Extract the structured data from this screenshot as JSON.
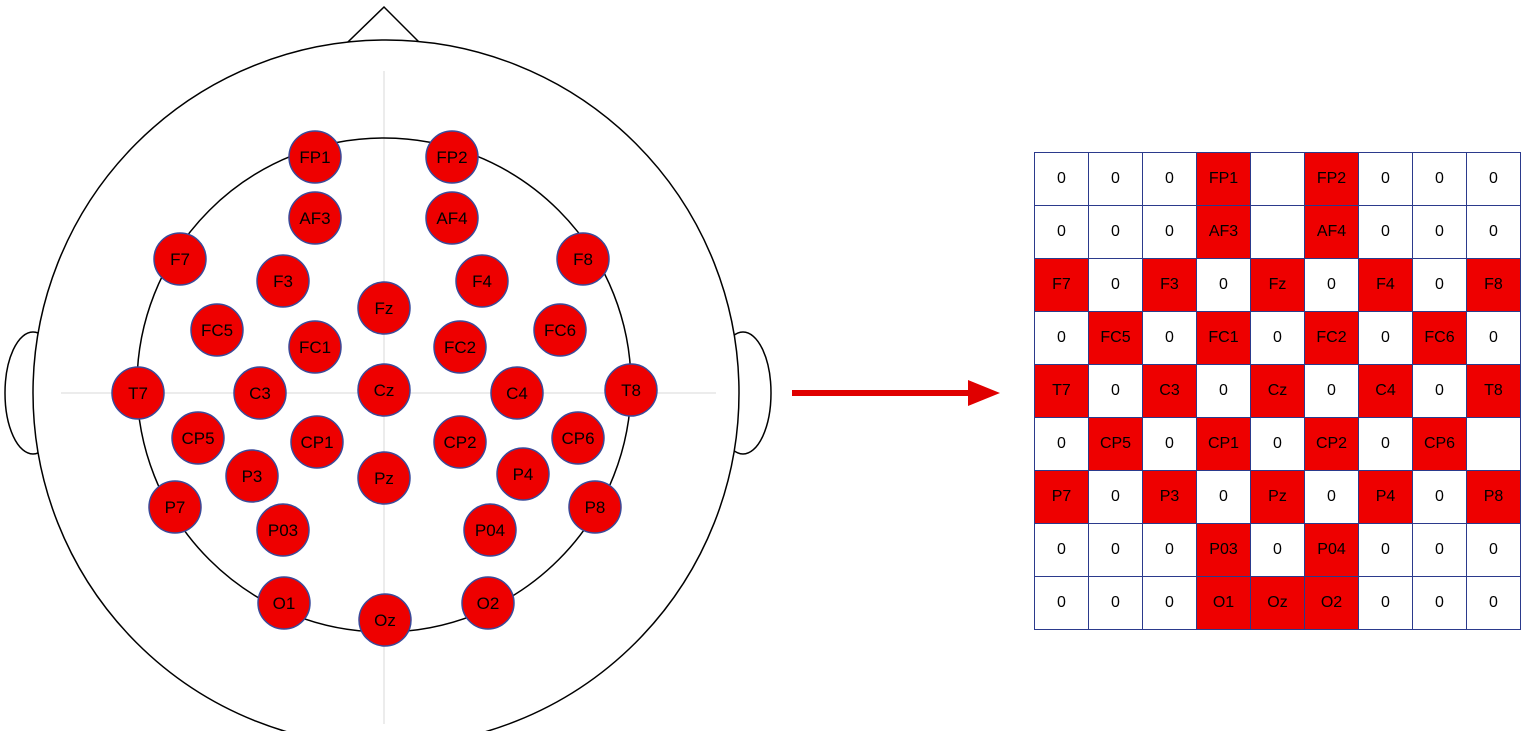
{
  "colors": {
    "electrode": "#ee0000",
    "electrode_border": "#3a4a9a",
    "grid_border": "#2b3a8c",
    "arrow": "#e00000",
    "outline": "#000000"
  },
  "head_map": {
    "electrodes": [
      "FP1",
      "FP2",
      "AF3",
      "AF4",
      "F7",
      "F3",
      "Fz",
      "F4",
      "F8",
      "FC5",
      "FC1",
      "FC2",
      "FC6",
      "T7",
      "C3",
      "Cz",
      "C4",
      "T8",
      "CP5",
      "CP1",
      "CP2",
      "CP6",
      "P3",
      "Pz",
      "P4",
      "P7",
      "P8",
      "P03",
      "P04",
      "O1",
      "Oz",
      "O2"
    ]
  },
  "arrow_icon": "right-arrow-icon",
  "grid": {
    "rows": [
      [
        "0",
        "0",
        "0",
        "FP1",
        "",
        "FP2",
        "0",
        "0",
        "0"
      ],
      [
        "0",
        "0",
        "0",
        "AF3",
        "",
        "AF4",
        "0",
        "0",
        "0"
      ],
      [
        "F7",
        "0",
        "F3",
        "0",
        "Fz",
        "0",
        "F4",
        "0",
        "F8"
      ],
      [
        "0",
        "FC5",
        "0",
        "FC1",
        "0",
        "FC2",
        "0",
        "FC6",
        "0"
      ],
      [
        "T7",
        "0",
        "C3",
        "0",
        "Cz",
        "0",
        "C4",
        "0",
        "T8"
      ],
      [
        "0",
        "CP5",
        "0",
        "CP1",
        "0",
        "CP2",
        "0",
        "CP6",
        ""
      ],
      [
        "P7",
        "0",
        "P3",
        "0",
        "Pz",
        "0",
        "P4",
        "0",
        "P8"
      ],
      [
        "0",
        "0",
        "0",
        "P03",
        "0",
        "P04",
        "0",
        "0",
        "0"
      ],
      [
        "0",
        "0",
        "0",
        "O1",
        "Oz",
        "O2",
        "0",
        "0",
        "0"
      ]
    ],
    "highlighted": [
      [
        0,
        3
      ],
      [
        0,
        5
      ],
      [
        1,
        3
      ],
      [
        1,
        5
      ],
      [
        2,
        0
      ],
      [
        2,
        2
      ],
      [
        2,
        4
      ],
      [
        2,
        6
      ],
      [
        2,
        8
      ],
      [
        3,
        1
      ],
      [
        3,
        3
      ],
      [
        3,
        5
      ],
      [
        3,
        7
      ],
      [
        4,
        0
      ],
      [
        4,
        2
      ],
      [
        4,
        4
      ],
      [
        4,
        6
      ],
      [
        4,
        8
      ],
      [
        5,
        1
      ],
      [
        5,
        3
      ],
      [
        5,
        5
      ],
      [
        5,
        7
      ],
      [
        6,
        0
      ],
      [
        6,
        2
      ],
      [
        6,
        4
      ],
      [
        6,
        6
      ],
      [
        6,
        8
      ],
      [
        7,
        3
      ],
      [
        7,
        5
      ],
      [
        8,
        3
      ],
      [
        8,
        4
      ],
      [
        8,
        5
      ]
    ]
  }
}
